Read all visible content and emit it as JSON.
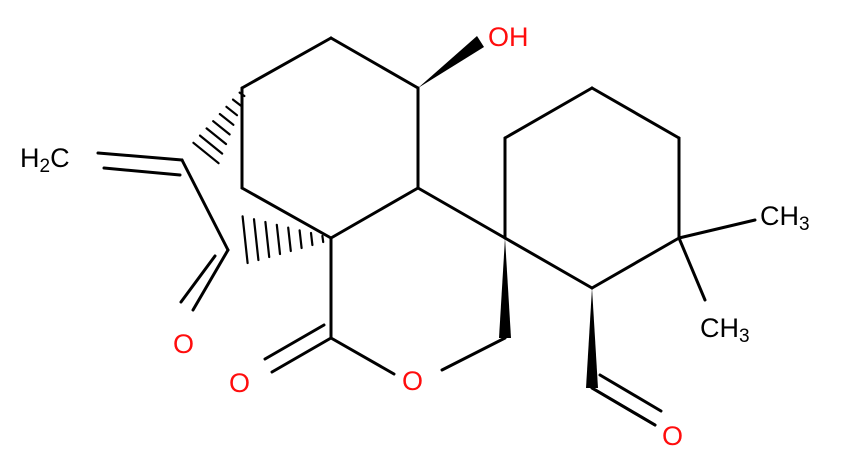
{
  "molecule": {
    "colors": {
      "carbon_bonds": "#000000",
      "oxygen": "#ff0d0d",
      "carbon_label": "#000000"
    },
    "labels": {
      "hydroxyl": "OH",
      "methylene_h": "H",
      "methylene_sub": "2",
      "methylene_c": "C",
      "methyl_c_1": "CH",
      "methyl_sub_1": "3",
      "methyl_c_2": "CH",
      "methyl_sub_2": "3",
      "ketone_o": "O",
      "lactone_carbonyl_o": "O",
      "ring_o": "O",
      "aldehyde_o": "O"
    }
  }
}
